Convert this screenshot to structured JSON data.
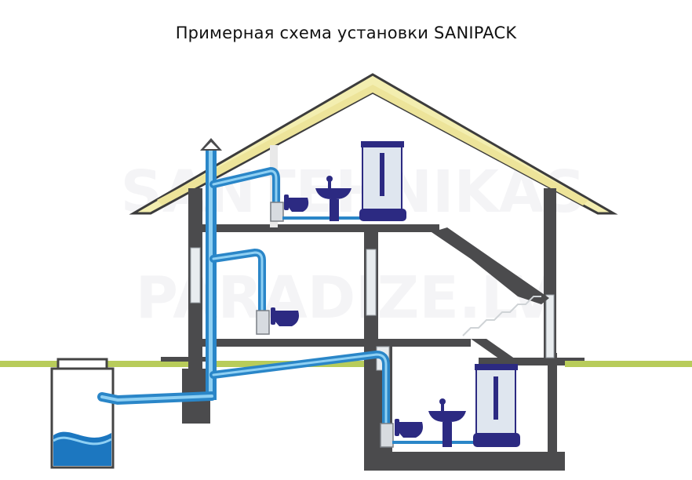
{
  "title": "Примерная схема установки SANIPACK",
  "watermark": {
    "line1": "SANTEHNIKAS",
    "line2": "PARADIZE.LV"
  },
  "colors": {
    "wall": "#4b4b4d",
    "roof_fill": "#f3eeb0",
    "roof_edge": "#3c3c3c",
    "ground": "#b8cc5a",
    "pipe_blue": "#2a86c8",
    "pipe_light": "#8fd0f3",
    "fixture_navy": "#2c2a82",
    "tank_water": "#1c77c0",
    "shower_glass": "#dfe6ef"
  },
  "icons": [
    "vent-arrow-icon",
    "toilet-icon",
    "sink-icon",
    "shower-cabin-icon",
    "sanipack-pump-icon",
    "septic-tank-icon",
    "staircase-icon"
  ]
}
